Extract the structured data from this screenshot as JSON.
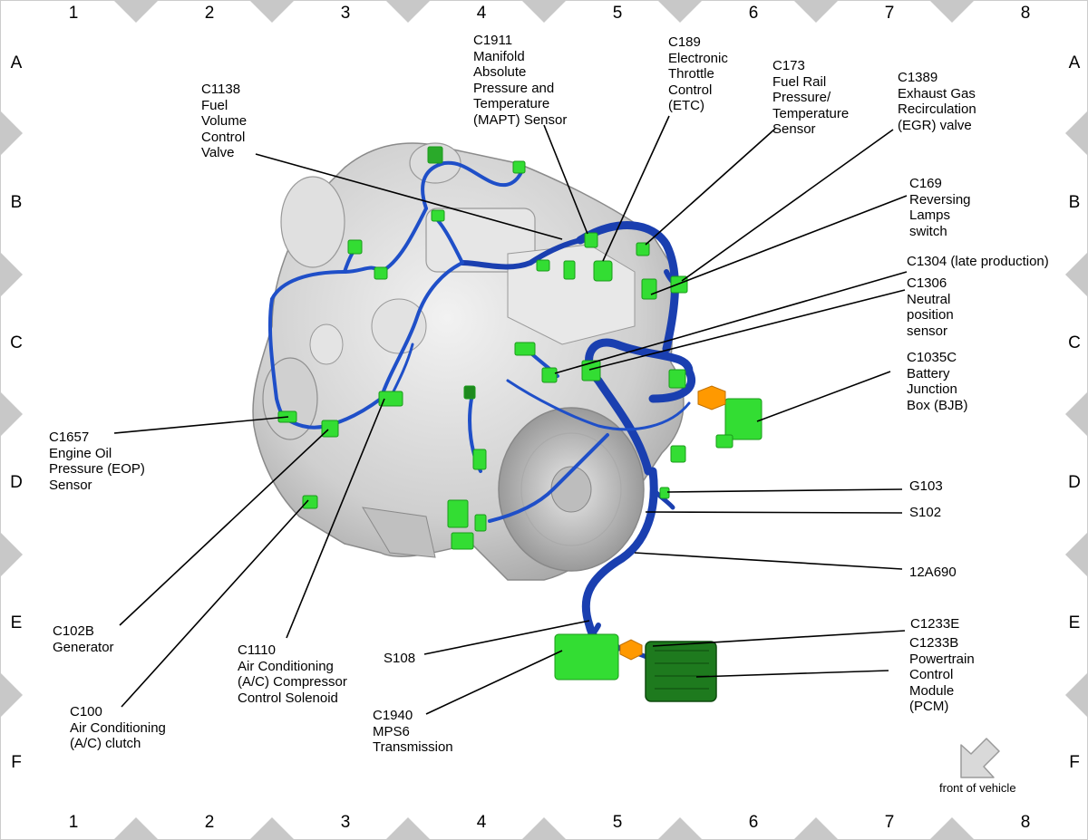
{
  "grid": {
    "columns": [
      "1",
      "2",
      "3",
      "4",
      "5",
      "6",
      "7",
      "8"
    ],
    "rows": [
      "A",
      "B",
      "C",
      "D",
      "E",
      "F"
    ]
  },
  "labels": {
    "c1138": "C1138\nFuel\nVolume\nControl\nValve",
    "c1911": "C1911\nManifold\nAbsolute\nPressure and\nTemperature\n(MAPT) Sensor",
    "c189": "C189\nElectronic\nThrottle\nControl\n(ETC)",
    "c173": "C173\nFuel Rail\nPressure/\nTemperature\nSensor",
    "c1389": "C1389\nExhaust Gas\nRecirculation\n(EGR) valve",
    "c169": "C169\nReversing\nLamps\nswitch",
    "c1304": "C1304 (late production)",
    "c1306": "C1306\nNeutral\nposition\nsensor",
    "c1035c": "C1035C\nBattery\nJunction\nBox (BJB)",
    "g103": "G103",
    "s102": "S102",
    "a12a690": "12A690",
    "c1233e": "C1233E",
    "c1233b": "C1233B\nPowertrain\nControl\nModule\n(PCM)",
    "c1657": "C1657\nEngine Oil\nPressure (EOP)\nSensor",
    "c102b": "C102B\nGenerator",
    "c1110": "C1110\nAir Conditioning\n(A/C) Compressor\nControl Solenoid",
    "c100": "C100\nAir Conditioning\n(A/C) clutch",
    "s108": "S108",
    "c1940": "C1940\nMPS6\nTransmission"
  },
  "front_of_vehicle": "front of vehicle",
  "colors": {
    "harness": "#1a3fb0",
    "connector": "#33dd33",
    "ground_connector": "#ff9900",
    "pcm": "#1e7a1e",
    "engine": "#d4d4d4",
    "grid_marker": "#c8c8c8"
  }
}
